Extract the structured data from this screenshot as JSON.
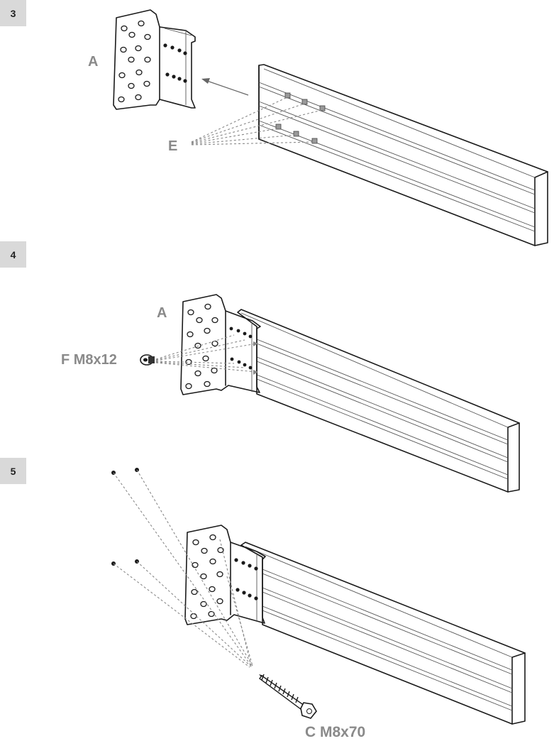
{
  "steps": [
    {
      "number": "3",
      "labels": {
        "bracket": "A",
        "nuts": "E"
      }
    },
    {
      "number": "4",
      "labels": {
        "bracket": "A",
        "bolt": "F M8x12"
      }
    },
    {
      "number": "5",
      "labels": {
        "screw": "C M8x70"
      }
    }
  ],
  "colors": {
    "badge": "#d9d9d9",
    "label": "#8a8a8a",
    "line": "#1a1a1a",
    "guide": "#888888"
  }
}
